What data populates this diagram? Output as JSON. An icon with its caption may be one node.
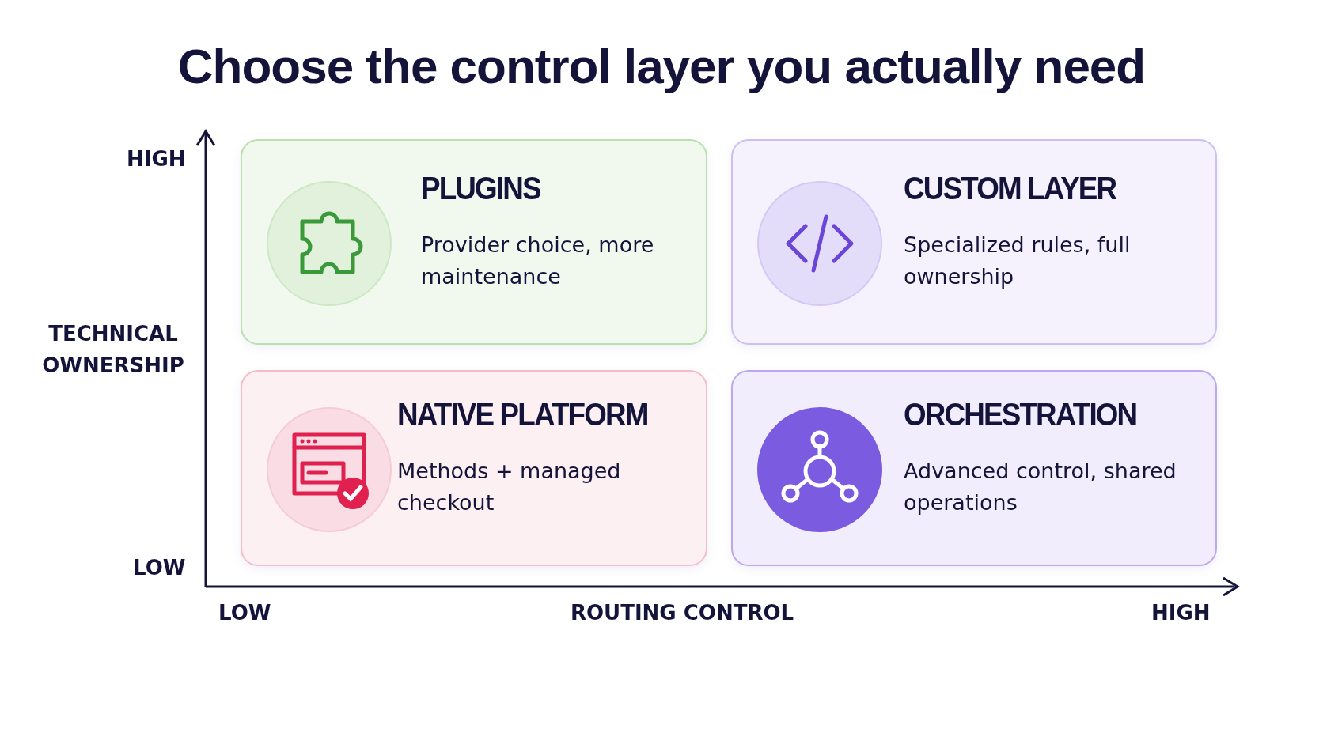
{
  "diagram": {
    "title": "Choose the control layer you actually need",
    "nodes": [
      {
        "text": [
          "PLUGINS",
          "Provider choice, more maintenance"
        ]
      },
      {
        "text": [
          "CUSTOM LAYER",
          "Specialized rules, full ownership"
        ]
      },
      {
        "text": [
          "NATIVE PLATFORM",
          "Methods + managed checkout"
        ]
      },
      {
        "text": [
          "ORCHESTRATION",
          "Advanced control, shared operations"
        ]
      }
    ],
    "edges": [],
    "labels": [
      "HIGH",
      "TECHNICAL OWNERSHIP",
      "LOW",
      "LOW",
      "ROUTING CONTROL",
      "HIGH"
    ]
  }
}
